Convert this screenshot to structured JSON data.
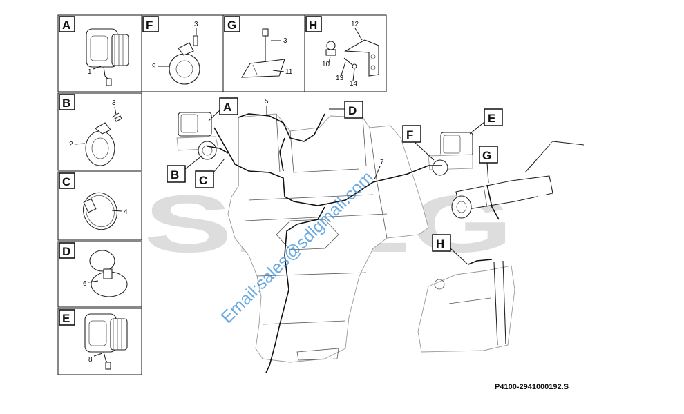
{
  "watermark": {
    "logo": "SDLG",
    "email": "Email:sales@sdlgmail.com"
  },
  "reference_code": "P4100-2941000192.S",
  "panels": {
    "A": {
      "letter": "A",
      "callouts": [
        "1"
      ]
    },
    "B": {
      "letter": "B",
      "callouts": [
        "3",
        "2"
      ]
    },
    "C": {
      "letter": "C",
      "callouts": [
        "4"
      ]
    },
    "D": {
      "letter": "D",
      "callouts": [
        "6"
      ]
    },
    "E": {
      "letter": "E",
      "callouts": [
        "8"
      ]
    },
    "F": {
      "letter": "F",
      "callouts": [
        "3",
        "9"
      ]
    },
    "G": {
      "letter": "G",
      "callouts": [
        "3",
        "11"
      ]
    },
    "H": {
      "letter": "H",
      "callouts": [
        "12",
        "10",
        "13",
        "14"
      ]
    }
  },
  "main_callouts": {
    "A": "A",
    "B": "B",
    "C": "C",
    "D": "D",
    "E": "E",
    "F": "F",
    "G": "G",
    "H": "H",
    "n5": "5",
    "n7": "7"
  }
}
